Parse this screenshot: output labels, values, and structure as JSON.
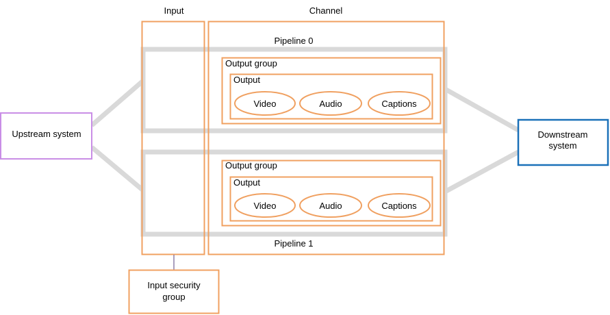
{
  "labels": {
    "input": "Input",
    "channel": "Channel",
    "pipeline_0": "Pipeline 0",
    "pipeline_1": "Pipeline 1",
    "upstream": "Upstream system",
    "downstream_line1": "Downstream",
    "downstream_line2": "system",
    "input_security_line1": "Input security",
    "input_security_line2": "group"
  },
  "output_groups": [
    {
      "label": "Output group",
      "output_label": "Output",
      "streams": [
        "Video",
        "Audio",
        "Captions"
      ]
    },
    {
      "label": "Output group",
      "output_label": "Output",
      "streams": [
        "Video",
        "Audio",
        "Captions"
      ]
    }
  ],
  "colors": {
    "orange": "#f0a060",
    "gray": "#d9d9d9",
    "purple": "#c98ee6",
    "blue": "#1a70b8",
    "divider": "#8c7fa8"
  }
}
